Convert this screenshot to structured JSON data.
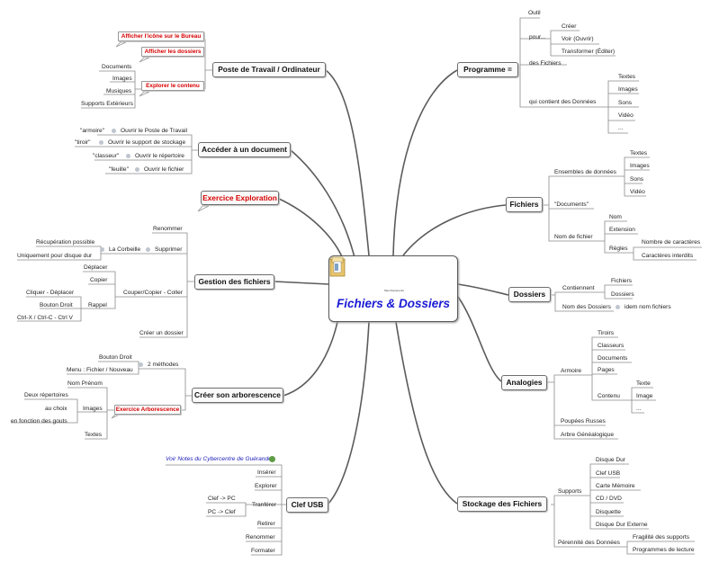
{
  "central": {
    "title": "Fichiers & Dossiers",
    "icon_caption": "Mes Documents",
    "icon": "folder-icon"
  },
  "main_topics": {
    "programme": "Programme =",
    "fichiers": "Fichiers",
    "dossiers": "Dossiers",
    "analogies": "Analogies",
    "stockage": "Stockage des Fichiers",
    "poste": "Poste de Travail / Ordinateur",
    "acceder": "Accéder à un document",
    "exercice_exploration": "Exercice Exploration",
    "gestion": "Gestion des fichiers",
    "creer": "Créer son arborescence",
    "clef": "Clef USB"
  },
  "programme": {
    "outil": "Outil",
    "pour": "pour...",
    "creer": "Créer",
    "voir": "Voir (Ouvrir)",
    "transformer": "Transformer (Éditer)",
    "des_fichiers": "des Fichiers",
    "qui_contient": "qui contient des Données",
    "textes": "Textes",
    "images": "Images",
    "sons": "Sons",
    "video": "Vidéo",
    "etc": "..."
  },
  "fichiers": {
    "ensembles": "Ensembles de données",
    "textes": "Textes",
    "images": "Images",
    "sons": "Sons",
    "video": "Vidéo",
    "documents": "\"Documents\"",
    "nom_fichier": "Nom de fichier",
    "nom": "Nom",
    "extension": "Extension",
    "regles": "Règles",
    "nb_caracteres": "Nombre de caractères",
    "caracteres_interdits": "Caractères interdits"
  },
  "dossiers": {
    "contiennent": "Contiennent",
    "fichiers": "Fichiers",
    "dossiers": "Dossiers",
    "nom_dossiers": "Nom des Dossiers",
    "idem": "idem nom fichiers"
  },
  "analogies": {
    "armoire": "Armoire",
    "tiroirs": "Tiroirs",
    "classeurs": "Classeurs",
    "documents": "Documents",
    "pages": "Pages",
    "contenu": "Contenu",
    "texte": "Texte",
    "image": "Image",
    "etc": "...",
    "poupees": "Poupées Russes",
    "arbre": "Arbre Généalogique"
  },
  "stockage": {
    "supports": "Supports",
    "disque_dur": "Disque Dur",
    "clef_usb": "Clef USB",
    "carte_memoire": "Carte Mémoire",
    "cd_dvd": "CD / DVD",
    "disquette": "Disquette",
    "disque_externe": "Disque Dur Externe",
    "perennite": "Pérennité des Données",
    "fragilite": "Fragilité des supports",
    "programmes_lecture": "Programmes de lecture"
  },
  "poste": {
    "afficher_icone": "Afficher l'icône sur le Bureau",
    "afficher_dossiers": "Afficher les dossiers",
    "explorer_contenu": "Explorer le contenu",
    "documents": "Documents",
    "images": "Images",
    "musiques": "Musiques",
    "supports_ext": "Supports Extérieurs"
  },
  "acceder": {
    "armoire": "\"armoire\"",
    "armoire_desc": "Ouvrir le Poste de Travail",
    "tiroir": "\"tiroir\"",
    "tiroir_desc": "Ouvrir le support de stockage",
    "classeur": "\"classeur\"",
    "classeur_desc": "Ouvrir le répertoire",
    "feuille": "\"feuille\"",
    "feuille_desc": "Ouvrir le fichier"
  },
  "gestion": {
    "renommer": "Renommer",
    "supprimer": "Supprimer",
    "corbeille": "La Corbeille",
    "recuperation": "Récupération possible",
    "uniquement": "Uniquement pour disque dur",
    "couper_copier": "Couper/Copier - Coller",
    "deplacer": "Déplacer",
    "copier": "Copier",
    "rappel": "Rappel",
    "cliquer": "Cliquer - Déplacer",
    "bouton_droit": "Bouton Droit",
    "raccourcis": "Ctrl-X / Ctrl-C - Ctrl V",
    "creer_dossier": "Créer un dossier"
  },
  "creer": {
    "deux_methodes": "2 méthodes",
    "bouton_droit": "Bouton Droit",
    "menu": "Menu : Fichier / Nouveau",
    "exercice": "Exercice Arborescence",
    "nom_prenom": "Nom Prénom",
    "images": "Images",
    "deux_repertoires": "Deux répertoires",
    "au_choix": "au choix",
    "en_fonction": "en fonction des gouts",
    "textes": "Textes"
  },
  "clef": {
    "note": "Voir Notes du Cybercentre de Guérande",
    "inserer": "Insérer",
    "explorer": "Explorer",
    "transferer": "Tranférer",
    "clef_pc": "Clef -> PC",
    "pc_clef": "PC -> Clef",
    "retirer": "Retirer",
    "renommer": "Renommer",
    "formater": "Formater"
  },
  "colors": {
    "central_title": "#1a1ad4",
    "highlight_text": "#d60000",
    "connector": "#5b5b5b",
    "subline": "#8a8a8a",
    "note_link": "#2222bb"
  }
}
